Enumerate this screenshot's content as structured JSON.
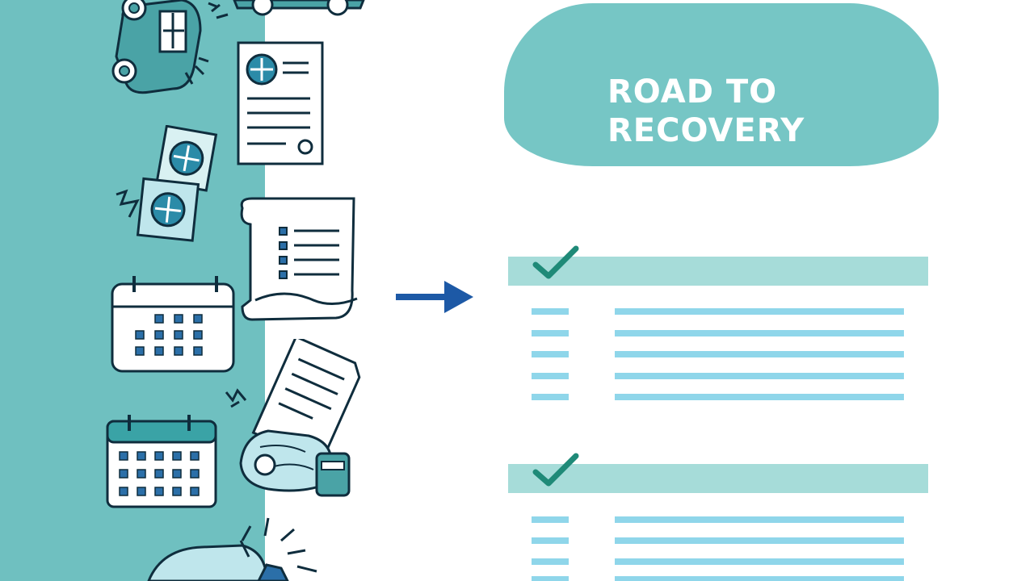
{
  "title": {
    "line1": "ROAD TO",
    "line2": "RECOVERY"
  },
  "colors": {
    "teal_panel": "#6fc0c0",
    "title_pill": "#76c6c5",
    "header_bar": "#a6dcd9",
    "check": "#1f8a78",
    "arrow": "#1d59a6",
    "list_lines": "#8fd6ea"
  },
  "illustrations": [
    "car-icon",
    "document-icon",
    "cards-icon",
    "receipt-icon",
    "calendar-icon",
    "calendar-icon",
    "paper-icon",
    "crashed-car-icon",
    "crash-icon"
  ],
  "checklists": [
    {
      "checked": true,
      "rows": 5
    },
    {
      "checked": true,
      "rows": 4
    }
  ]
}
